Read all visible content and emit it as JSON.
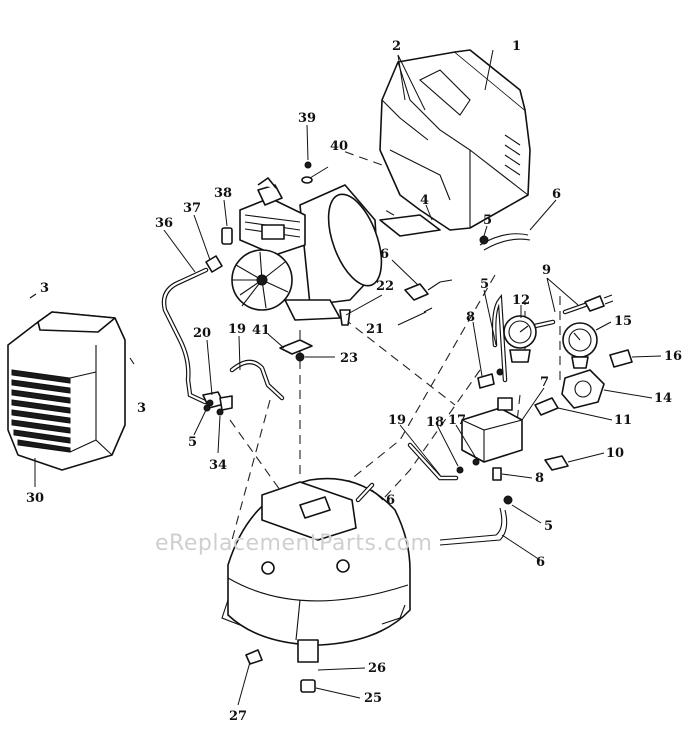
{
  "watermark": "eReplacementParts.com",
  "labels": [
    {
      "id": "1",
      "text": "1"
    },
    {
      "id": "2",
      "text": "2"
    },
    {
      "id": "3a",
      "text": "3"
    },
    {
      "id": "3b",
      "text": "3"
    },
    {
      "id": "4",
      "text": "4"
    },
    {
      "id": "5a",
      "text": "5"
    },
    {
      "id": "5b",
      "text": "5"
    },
    {
      "id": "5c",
      "text": "5"
    },
    {
      "id": "5d",
      "text": "5"
    },
    {
      "id": "6a",
      "text": "6"
    },
    {
      "id": "6b",
      "text": "6"
    },
    {
      "id": "6c",
      "text": "6"
    },
    {
      "id": "6d",
      "text": "6"
    },
    {
      "id": "7",
      "text": "7"
    },
    {
      "id": "8a",
      "text": "8"
    },
    {
      "id": "8b",
      "text": "8"
    },
    {
      "id": "9",
      "text": "9"
    },
    {
      "id": "10",
      "text": "10"
    },
    {
      "id": "11",
      "text": "11"
    },
    {
      "id": "12",
      "text": "12"
    },
    {
      "id": "14",
      "text": "14"
    },
    {
      "id": "15",
      "text": "15"
    },
    {
      "id": "16",
      "text": "16"
    },
    {
      "id": "17",
      "text": "17"
    },
    {
      "id": "18",
      "text": "18"
    },
    {
      "id": "19a",
      "text": "19"
    },
    {
      "id": "19b",
      "text": "19"
    },
    {
      "id": "20",
      "text": "20"
    },
    {
      "id": "21",
      "text": "21"
    },
    {
      "id": "22",
      "text": "22"
    },
    {
      "id": "23",
      "text": "23"
    },
    {
      "id": "25",
      "text": "25"
    },
    {
      "id": "26",
      "text": "26"
    },
    {
      "id": "27",
      "text": "27"
    },
    {
      "id": "30",
      "text": "30"
    },
    {
      "id": "34",
      "text": "34"
    },
    {
      "id": "36",
      "text": "36"
    },
    {
      "id": "37",
      "text": "37"
    },
    {
      "id": "38",
      "text": "38"
    },
    {
      "id": "39",
      "text": "39"
    },
    {
      "id": "40",
      "text": "40"
    },
    {
      "id": "41",
      "text": "41"
    }
  ]
}
